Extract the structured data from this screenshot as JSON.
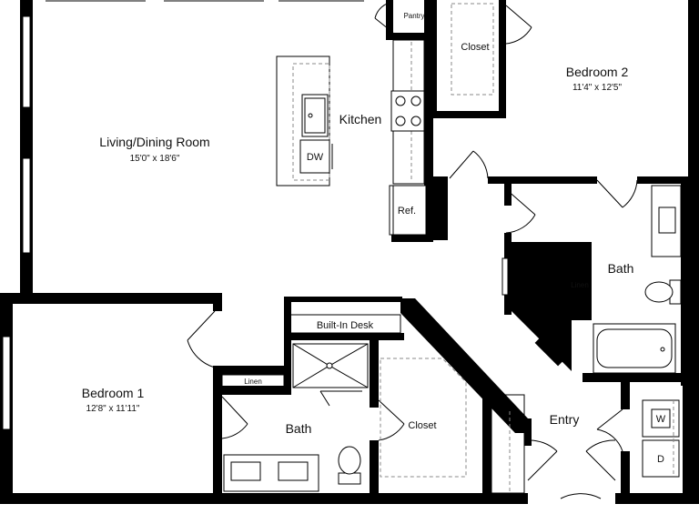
{
  "rooms": {
    "living": {
      "name": "Living/Dining Room",
      "dims": "15'0\" x 18'6\""
    },
    "kitchen": {
      "name": "Kitchen"
    },
    "bedroom2": {
      "name": "Bedroom 2",
      "dims": "11'4\" x 12'5\""
    },
    "bedroom1": {
      "name": "Bedroom 1",
      "dims": "12'8\" x 11'11\""
    },
    "bath_main": {
      "name": "Bath"
    },
    "bath_secondary": {
      "name": "Bath"
    },
    "entry": {
      "name": "Entry"
    },
    "closet_bed2": {
      "name": "Closet"
    },
    "closet_bed1": {
      "name": "Closet"
    }
  },
  "fixtures": {
    "pantry": "Pantry",
    "dishwasher": "DW",
    "refrigerator": "Ref.",
    "linen_upper": "Linen",
    "linen_lower": "Linen",
    "built_in_desk": "Built-In Desk",
    "washer": "W",
    "dryer": "D"
  }
}
